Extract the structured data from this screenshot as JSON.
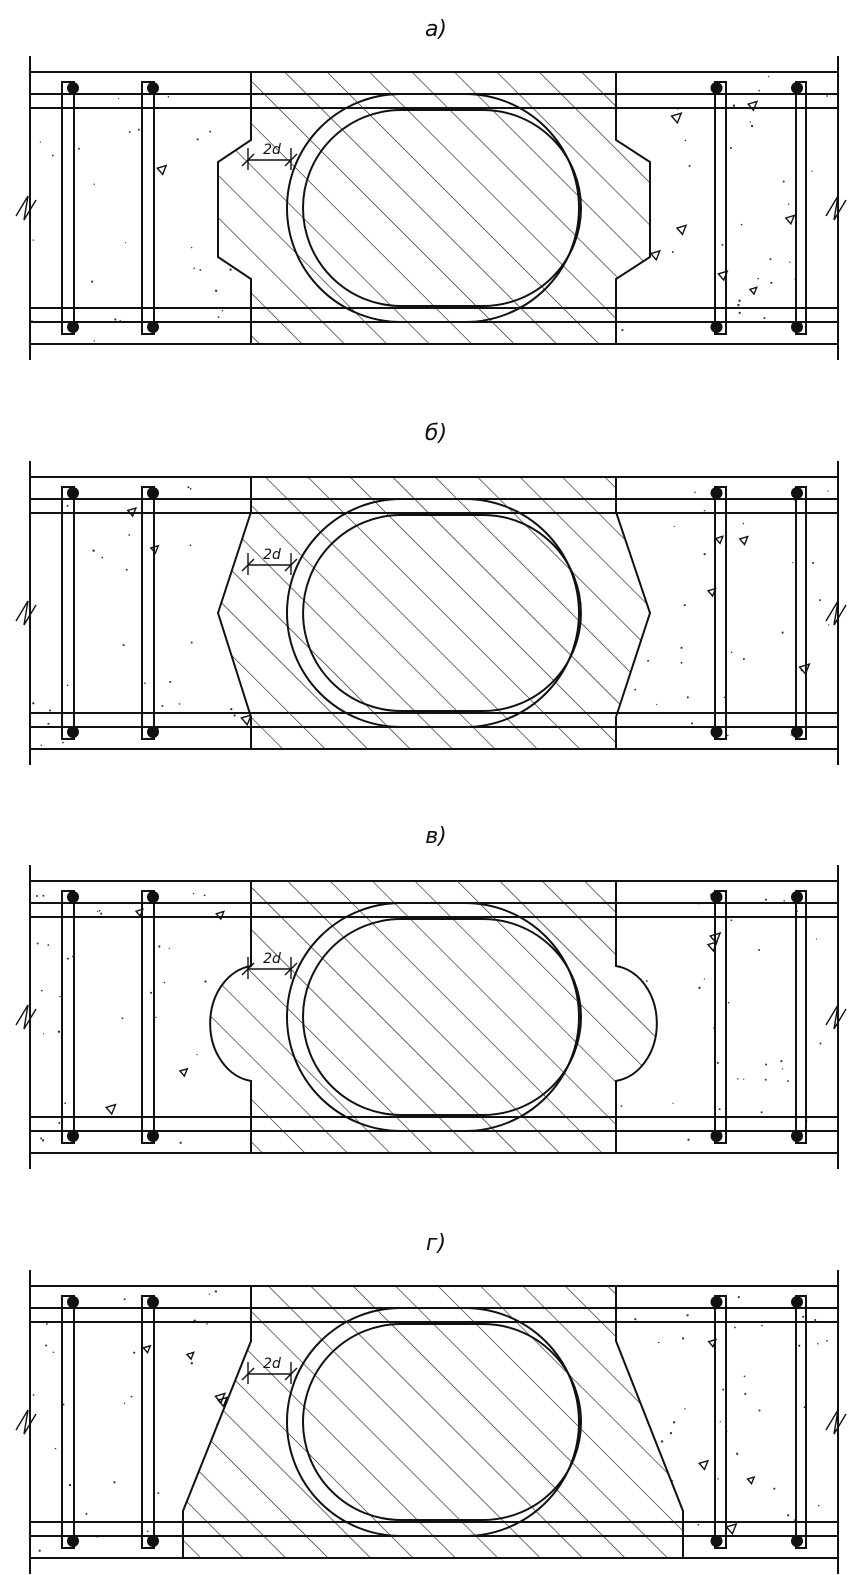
{
  "panels": [
    {
      "label": "а)",
      "shape": "trapezoid-notch",
      "dimension": "2d"
    },
    {
      "label": "б)",
      "shape": "v-notch",
      "dimension": "2d"
    },
    {
      "label": "в)",
      "shape": "round-notch",
      "dimension": "2d"
    },
    {
      "label": "г)",
      "shape": "sloped-notch",
      "dimension": "2d"
    }
  ],
  "colors": {
    "line": "#111111",
    "hatch": "#222222",
    "background": "#ffffff"
  }
}
